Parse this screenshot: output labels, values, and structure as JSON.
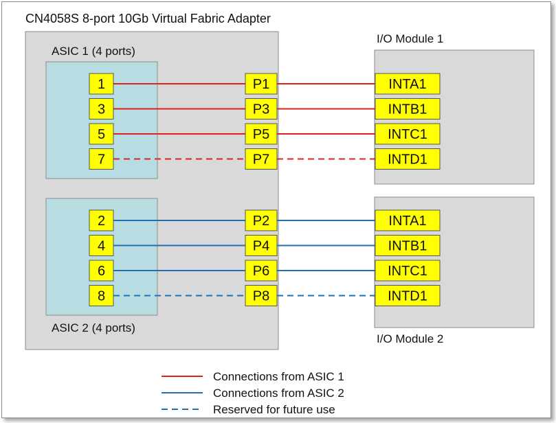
{
  "title": "CN4058S 8-port 10Gb Virtual Fabric Adapter",
  "asic1": {
    "label": "ASIC 1 (4 ports)",
    "rows": [
      {
        "port": "1",
        "phys": "P1",
        "intf": "INTA1",
        "style": "solid"
      },
      {
        "port": "3",
        "phys": "P3",
        "intf": "INTB1",
        "style": "solid"
      },
      {
        "port": "5",
        "phys": "P5",
        "intf": "INTC1",
        "style": "solid"
      },
      {
        "port": "7",
        "phys": "P7",
        "intf": "INTD1",
        "style": "dashed"
      }
    ]
  },
  "asic2": {
    "label": "ASIC 2 (4 ports)",
    "rows": [
      {
        "port": "2",
        "phys": "P2",
        "intf": "INTA1",
        "style": "solid"
      },
      {
        "port": "4",
        "phys": "P4",
        "intf": "INTB1",
        "style": "solid"
      },
      {
        "port": "6",
        "phys": "P6",
        "intf": "INTC1",
        "style": "solid"
      },
      {
        "port": "8",
        "phys": "P8",
        "intf": "INTD1",
        "style": "dashed"
      }
    ]
  },
  "module1_label": "I/O Module 1",
  "module2_label": "I/O Module 2",
  "legend": [
    {
      "label": "Connections  from ASIC 1",
      "color": "#e02020",
      "style": "solid"
    },
    {
      "label": "Connections  from ASIC 2",
      "color": "#1f6fb5",
      "style": "solid"
    },
    {
      "label": "Reserved  for future use",
      "color": "#1f6fb5",
      "style": "dashed"
    }
  ],
  "colors": {
    "asic1_line": "#e02020",
    "asic2_line": "#1f6fb5",
    "port_fill": "#ffff00",
    "adapter_fill": "#d9d9d9",
    "asic_fill": "#b7dde3",
    "module_fill": "#d9d9d9"
  }
}
